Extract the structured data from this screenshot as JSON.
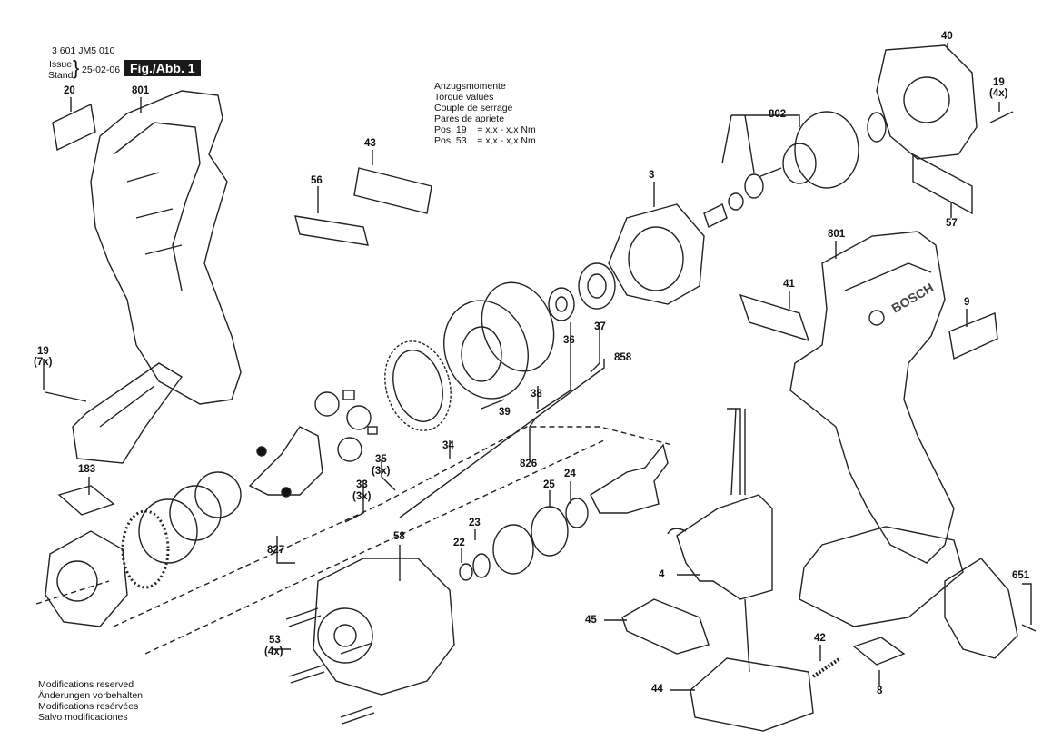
{
  "header": {
    "doc_number": "3 601 JM5 010",
    "issue_label_1": "Issue",
    "issue_label_2": "Stand",
    "issue_date": "25-02-06",
    "fig_label": "Fig./Abb. 1"
  },
  "torque_note": {
    "lines": [
      "Anzugsmomente",
      "Torque values",
      "Couple de serrage",
      "Pares de apriete"
    ],
    "pos_19": "Pos. 19    = x,x - x,x Nm",
    "pos_53": "Pos. 53    = x,x - x,x Nm"
  },
  "footer": {
    "lines": [
      "Modifications reserved",
      "Änderungen vorbehalten",
      "Modifications resérvées",
      "Salvo modificaciones"
    ]
  },
  "brand_on_housing": "BOSCH",
  "part_labels": {
    "p20": "20",
    "p801a": "801",
    "p43": "43",
    "p56": "56",
    "p3": "3",
    "p802": "802",
    "p40": "40",
    "p19a": "19",
    "p19a_q": "(4x)",
    "p57": "57",
    "p801b": "801",
    "p41": "41",
    "p9": "9",
    "p36": "36",
    "p37": "37",
    "p858": "858",
    "p38": "38",
    "p39": "39",
    "p34": "34",
    "p19b": "19",
    "p19b_q": "(7x)",
    "p183": "183",
    "p35": "35",
    "p35_q": "(3x)",
    "p33": "33",
    "p33_q": "(3x)",
    "p826": "826",
    "p24": "24",
    "p25": "25",
    "p23": "23",
    "p22": "22",
    "p827": "827",
    "p58": "58",
    "p4": "4",
    "p45": "45",
    "p651": "651",
    "p53": "53",
    "p53_q": "(4x)",
    "p42": "42",
    "p8": "8",
    "p44": "44"
  }
}
